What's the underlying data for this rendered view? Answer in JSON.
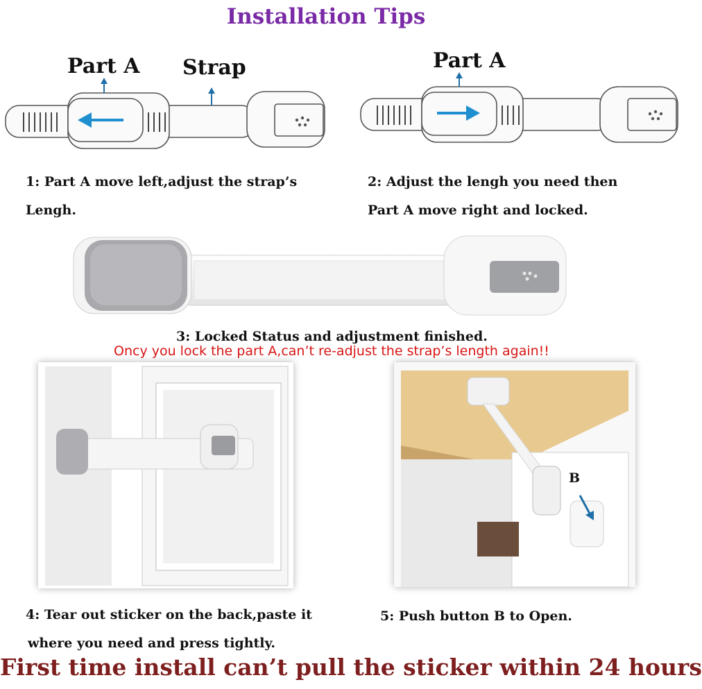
{
  "title": "Installation Tips",
  "diagram1": {
    "part_a": "Part A",
    "strap": "Strap"
  },
  "diagram2": {
    "part_a": "Part A"
  },
  "step1": {
    "line1": "1: Part A move left,adjust the strap’s",
    "line2": "Lengh."
  },
  "step2": {
    "line1": "2: Adjust the lengh you need then",
    "line2": "Part A move right and locked."
  },
  "step3": {
    "text": "3: Locked Status and adjustment finished."
  },
  "warning": "Oncy you lock the part A,can’t re-adjust the strap’s length again!!",
  "step4": {
    "line1": "4:  Tear out sticker on the back,paste it",
    "line2": "where you need and press tightly."
  },
  "step5": {
    "text": "5:  Push button B to Open.",
    "b_label": "B"
  },
  "footer": "First time install can’t pull the sticker within 24 hours",
  "colors": {
    "title": "#7a2aa6",
    "warning": "#d81414",
    "footer": "#7e1f1f",
    "arrow": "#1f8fd0"
  }
}
